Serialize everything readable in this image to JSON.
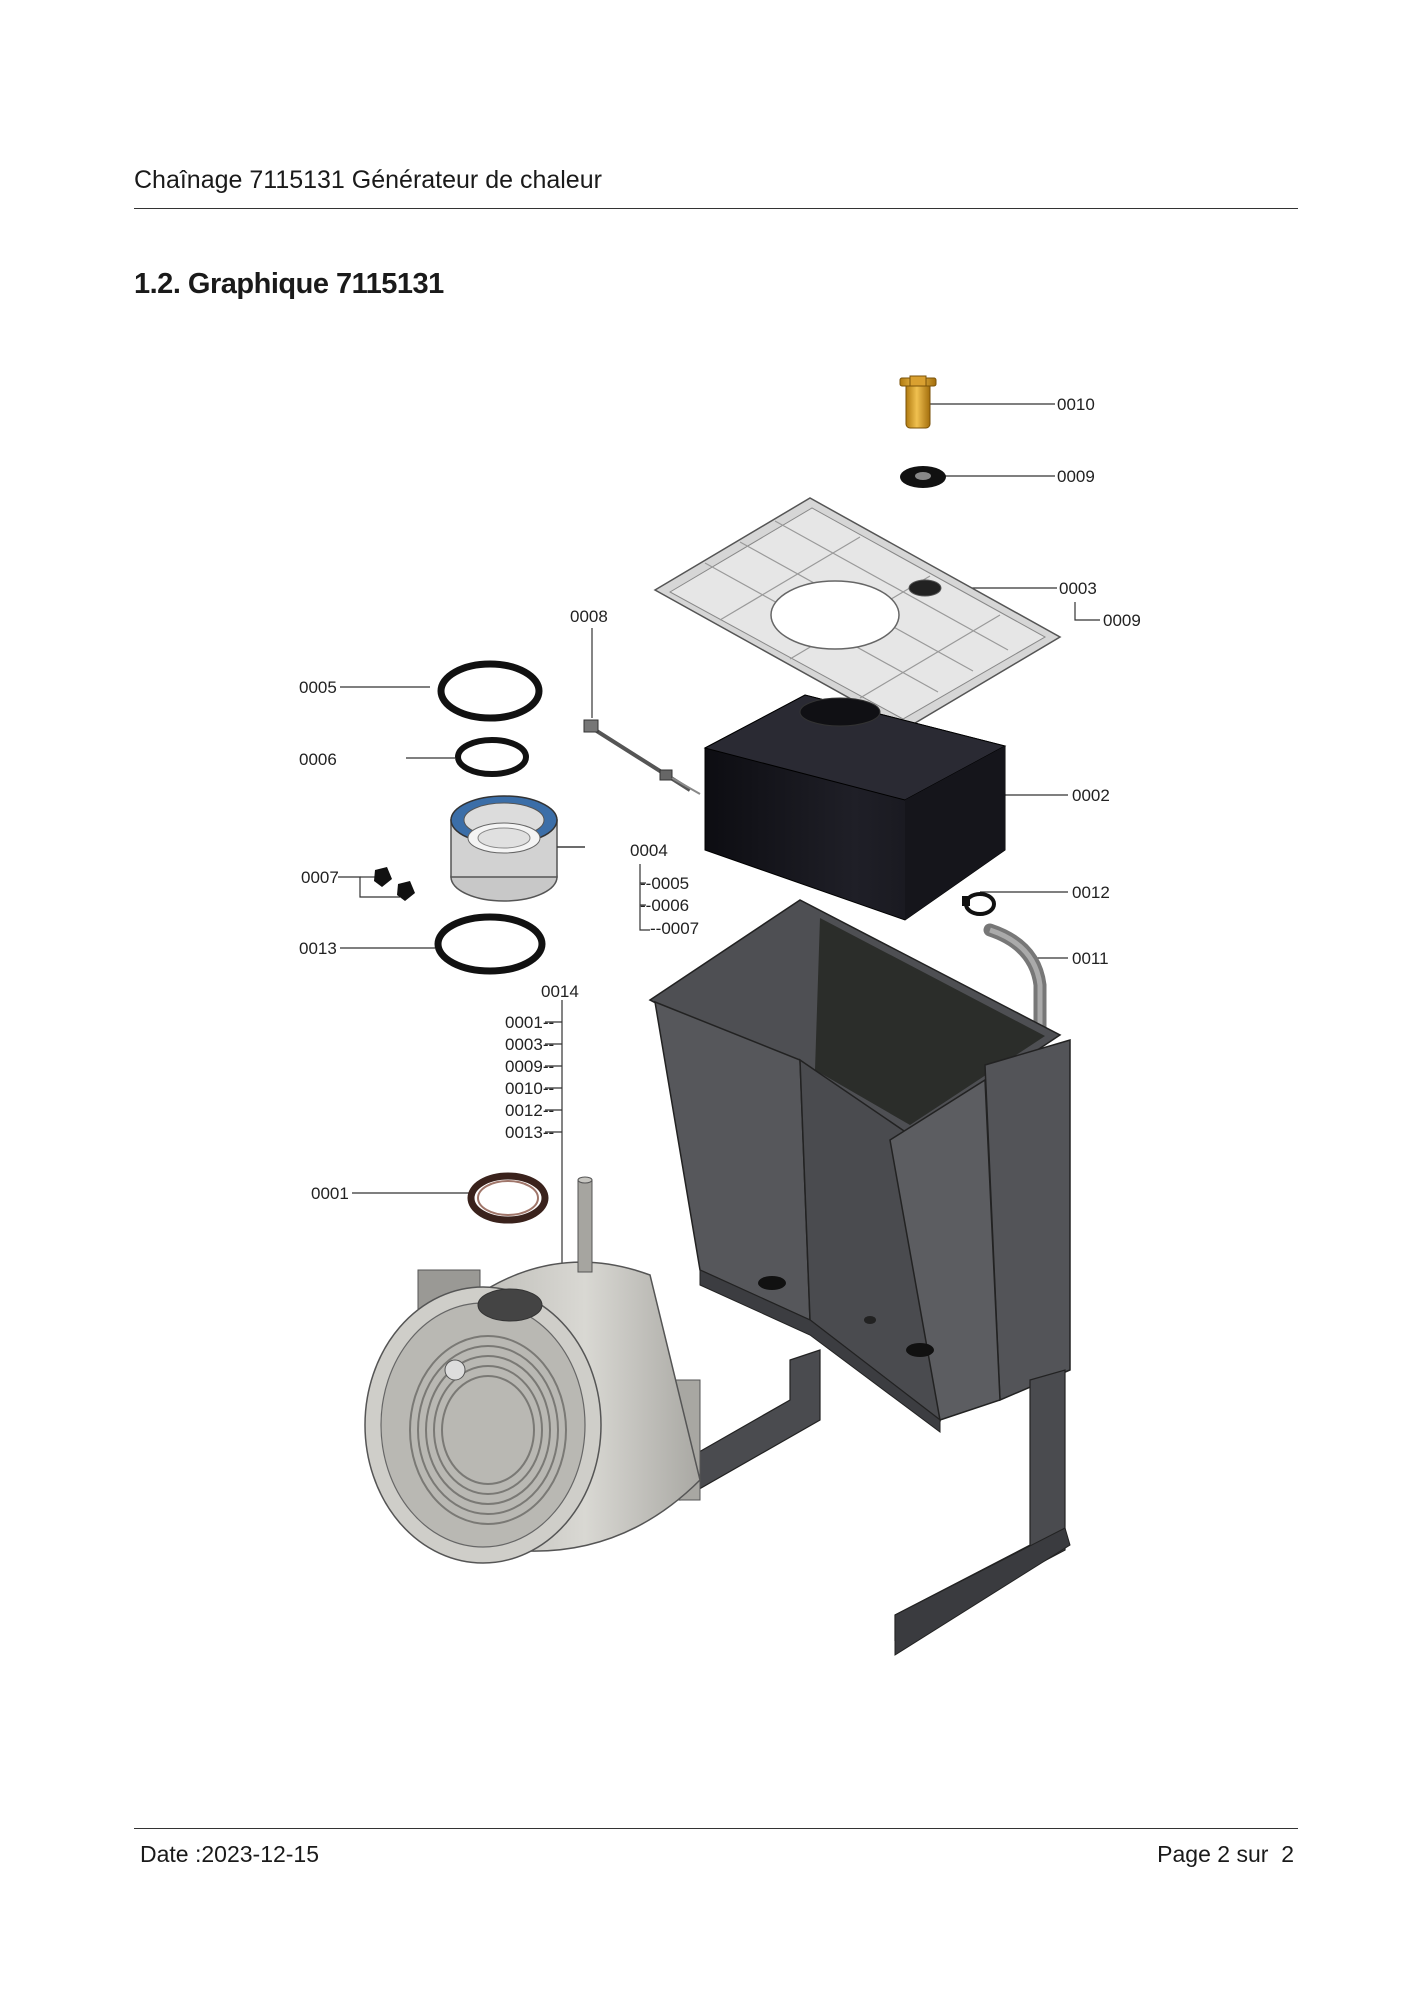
{
  "header": {
    "title": "Chaînage 7115131 Générateur de chaleur"
  },
  "section": {
    "title": "1.2. Graphique 7115131"
  },
  "callouts": {
    "p0010": "0010",
    "p0009_top": "0009",
    "p0003": "0003",
    "p0009_sub": "0009",
    "p0008": "0008",
    "p0005": "0005",
    "p0006": "0006",
    "p0002": "0002",
    "p0004": "0004",
    "p0004_s1": "--0005",
    "p0004_s2": "--0006",
    "p0004_s3": "--0007",
    "p0007": "0007",
    "p0012": "0012",
    "p0013": "0013",
    "p0011": "0011",
    "p0014": "0014",
    "p0014_s1": "0001--",
    "p0014_s2": "0003--",
    "p0014_s3": "0009--",
    "p0014_s4": "0010--",
    "p0014_s5": "0012--",
    "p0014_s6": "0013--",
    "p0001": "0001"
  },
  "footer": {
    "date": "Date :2023-12-15",
    "page_label": "Page 2 sur",
    "page_total": "2"
  }
}
